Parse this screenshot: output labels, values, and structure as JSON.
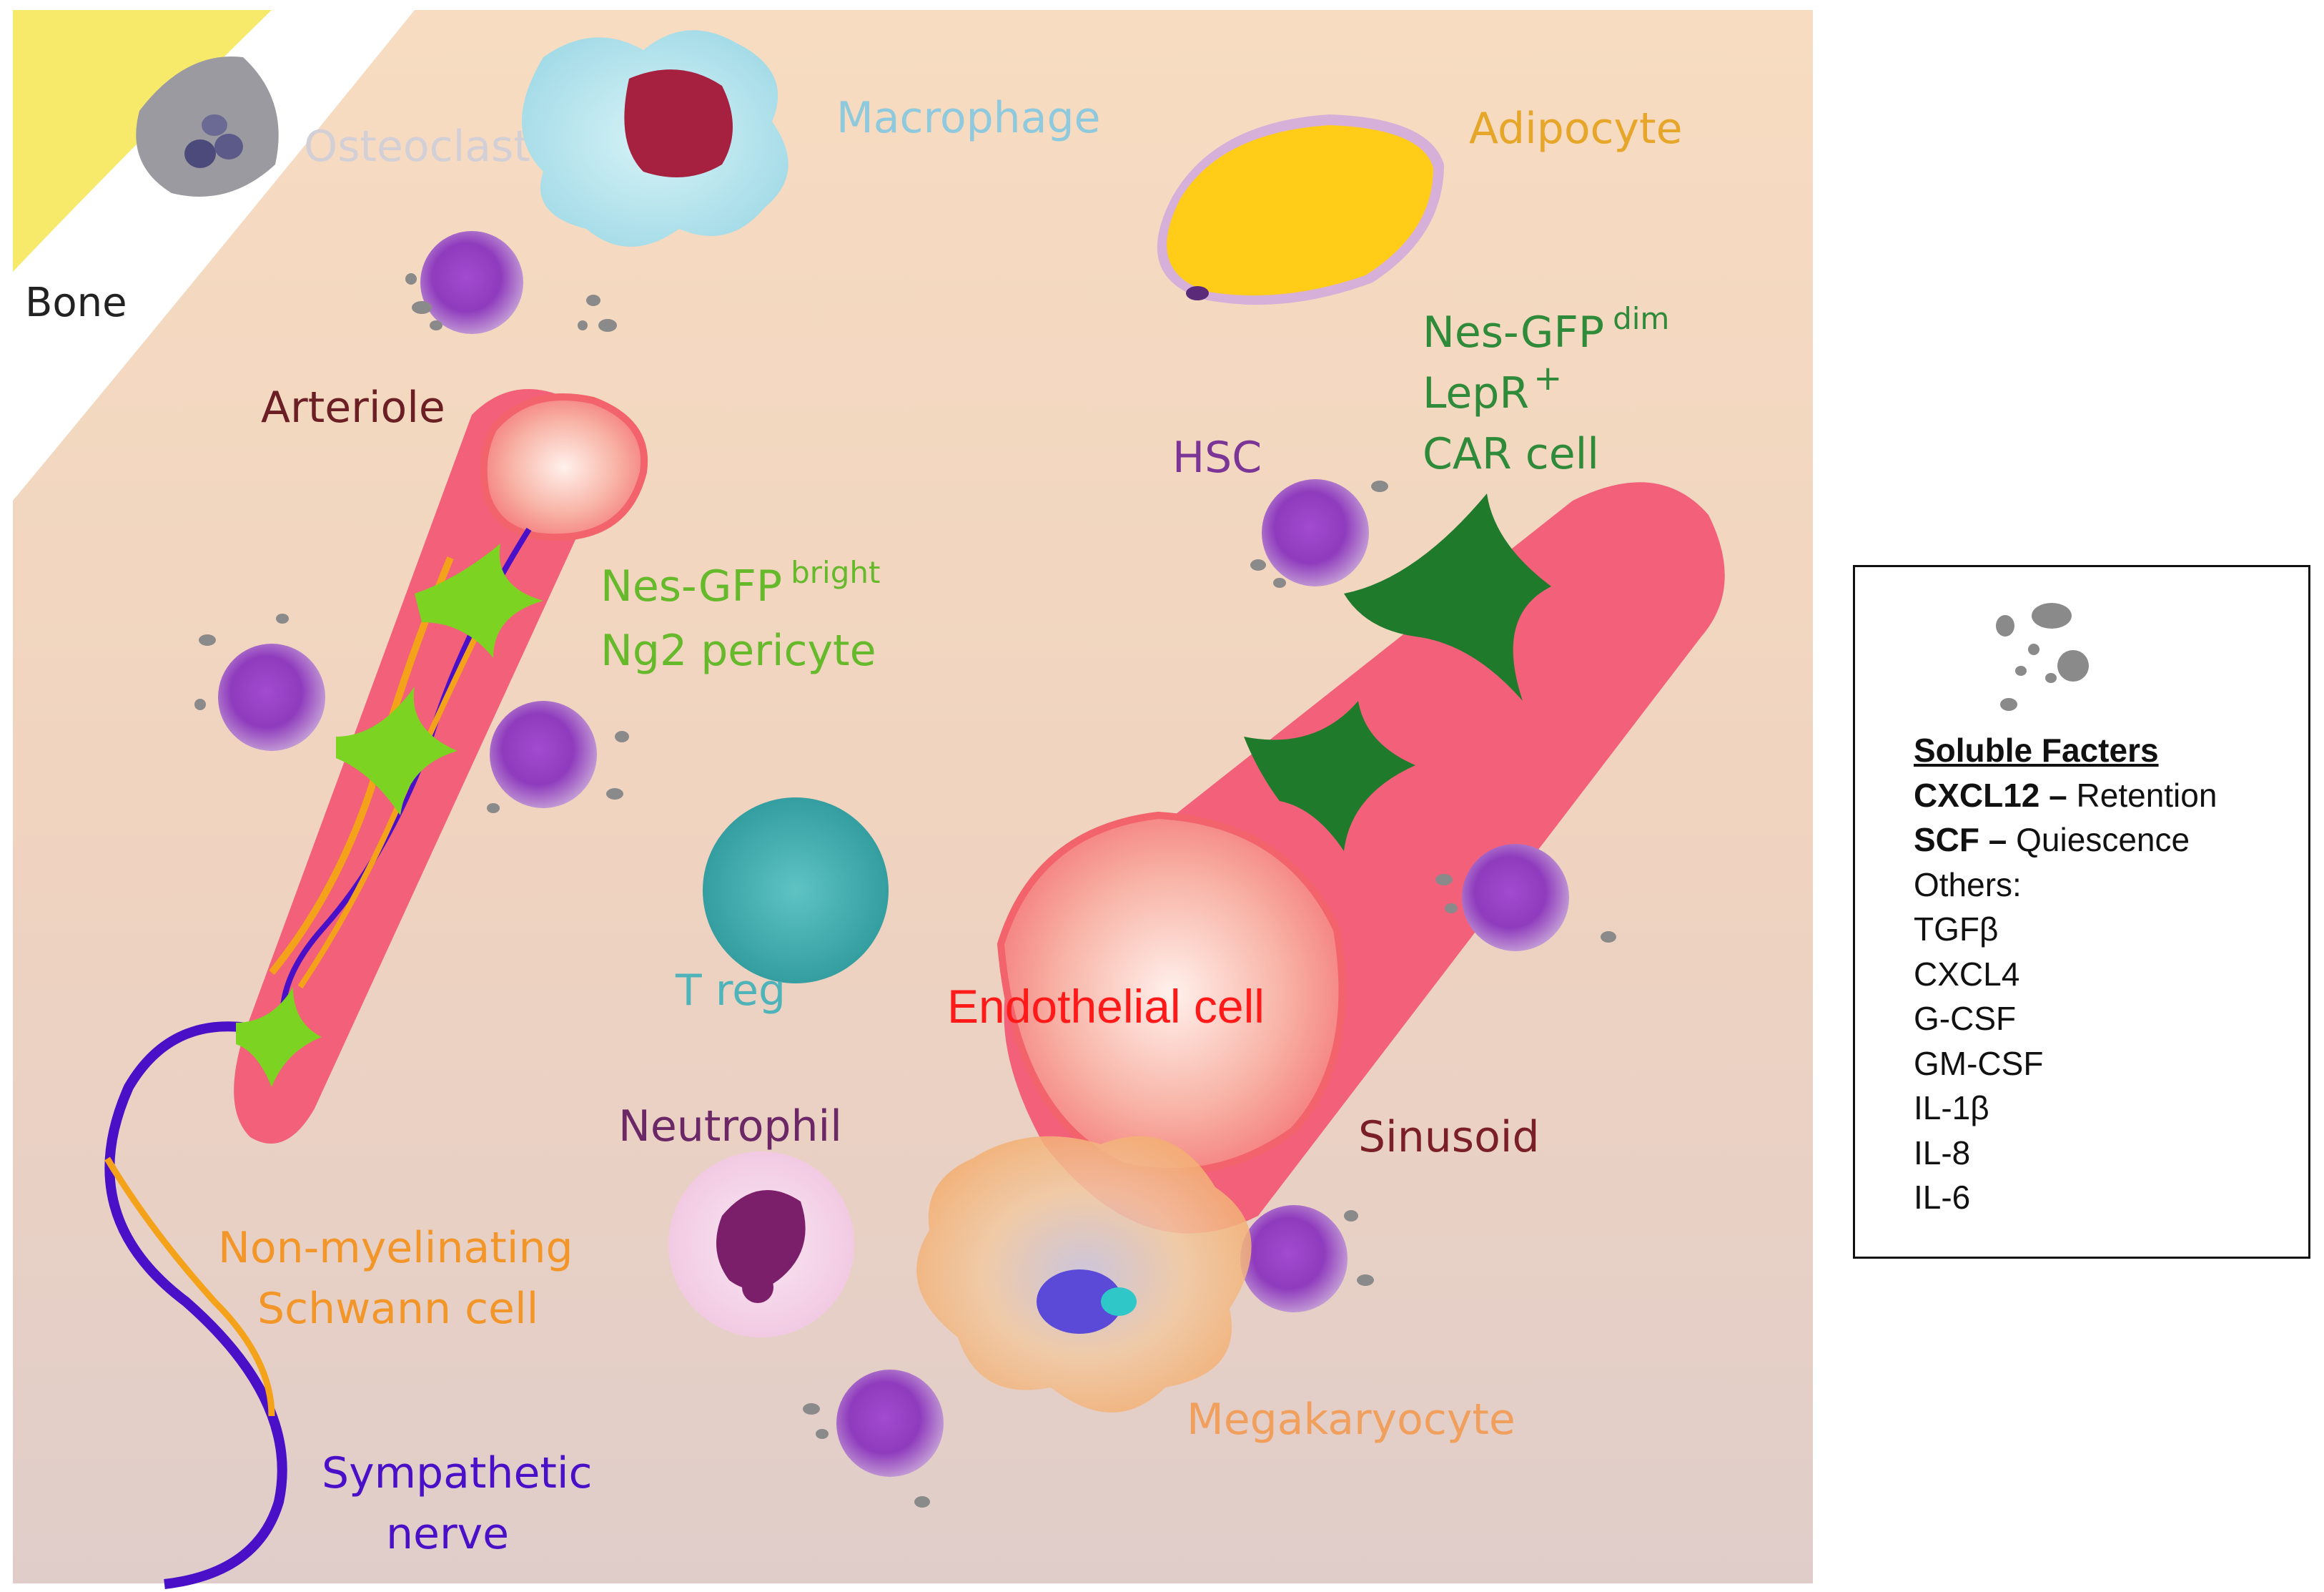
{
  "labels": {
    "bone": "Bone",
    "osteoclast": "Osteoclast",
    "macrophage": "Macrophage",
    "adipocyte": "Adipocyte",
    "arteriole": "Arteriole",
    "nes_bright_1": "Nes-GFP",
    "nes_bright_sup": "bright",
    "nes_bright_2": "Ng2 pericyte",
    "nes_dim_1": "Nes-GFP",
    "nes_dim_sup": "dim",
    "lepr": "LepR",
    "lepr_sup": "+",
    "car_cell": "CAR cell",
    "hsc": "HSC",
    "treg": "T reg",
    "endothelial": "Endothelial cell",
    "neutrophil": "Neutrophil",
    "sinusoid": "Sinusoid",
    "schwann_1": "Non-myelinating",
    "schwann_2": "Schwann cell",
    "nerve_1": "Sympathetic",
    "nerve_2": "nerve",
    "megakaryocyte": "Megakaryocyte"
  },
  "legend": {
    "title": "Soluble Facters",
    "cxcl12_name": "CXCL12 –",
    "cxcl12_role": " Retention",
    "scf_name": "SCF –",
    "scf_role": " Quiescence",
    "others": "Others:",
    "factors": [
      "TGFβ",
      "CXCL4",
      "G-CSF",
      "GM-CSF",
      "IL-1β",
      "IL-8",
      "IL-6"
    ]
  },
  "colors": {
    "background_top": "#f6dcc2",
    "background_bottom": "#e2cfca",
    "bone_band": "#f7ea6a",
    "endothelial_label": "#ff1a1a",
    "hsc": "#8a3fb0",
    "vessel": "#f2607a",
    "pericyte": "#7dd321",
    "car_cell": "#1f7a2c",
    "nerve": "#4a10c8",
    "schwann": "#f3a21a",
    "adipocyte": "#ffcc17",
    "macrophage": "#a9e2ec",
    "treg": "#3fb2b5"
  }
}
